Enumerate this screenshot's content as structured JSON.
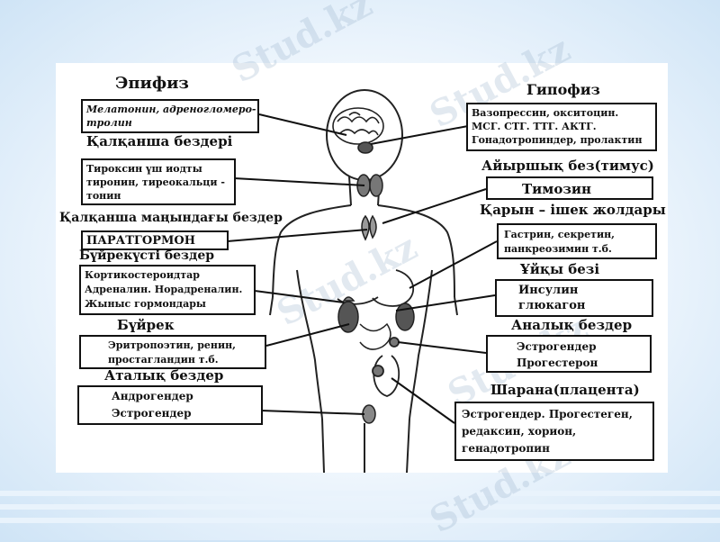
{
  "watermark": "Stud.kz",
  "labels": {
    "epiphysis": "Эпифиз",
    "pituitary": "Гипофиз",
    "thyroid": "Қалқанша бездері",
    "thymus": "Айыршық без(тимус)",
    "parathyroid": "Қалқанша маңындағы бездер",
    "gut": "Қарын – ішек жолдары",
    "adrenal": "Бүйрекүсті бездер",
    "pancreas": "Ұйқы безі",
    "kidney": "Бүйрек",
    "ovaries": "Аналық бездер",
    "testes": "Аталық бездер",
    "placenta": "Шарана(плацента)"
  },
  "boxes": {
    "epiphysis": [
      "Мелатонин, адреногломеро-",
      "тролин"
    ],
    "pituitary": [
      "Вазопрессин, окситоцин.",
      "МСГ. СТГ. ТТГ. АКТГ.",
      "Гонадотропиндер, пролактин"
    ],
    "thyroid": [
      "Тироксин үш иодты",
      "тиронин, тиреокальци -",
      "тонин"
    ],
    "thymus": [
      "Тимозин"
    ],
    "parathyroid": [
      "ПАРАТГОРМОН"
    ],
    "gut": [
      "Гастрин, секретин,",
      "панкреозимин т.б."
    ],
    "adrenal": [
      "Кортикостероидтар",
      "Адреналин. Норадреналин.",
      "Жыныс гормондары"
    ],
    "pancreas": [
      "Инсулин",
      "глюкагон"
    ],
    "kidney": [
      "Эритропоэтин, ренин,",
      "простагландин т.б."
    ],
    "ovaries": [
      "Эстрогендер",
      "Прогестерон"
    ],
    "testes": [
      "Андрогендер",
      "Эстрогендер"
    ],
    "placenta": [
      "Эстрогендер. Прогестеген,",
      "редаксин, хорион,",
      "генадотропин"
    ]
  }
}
